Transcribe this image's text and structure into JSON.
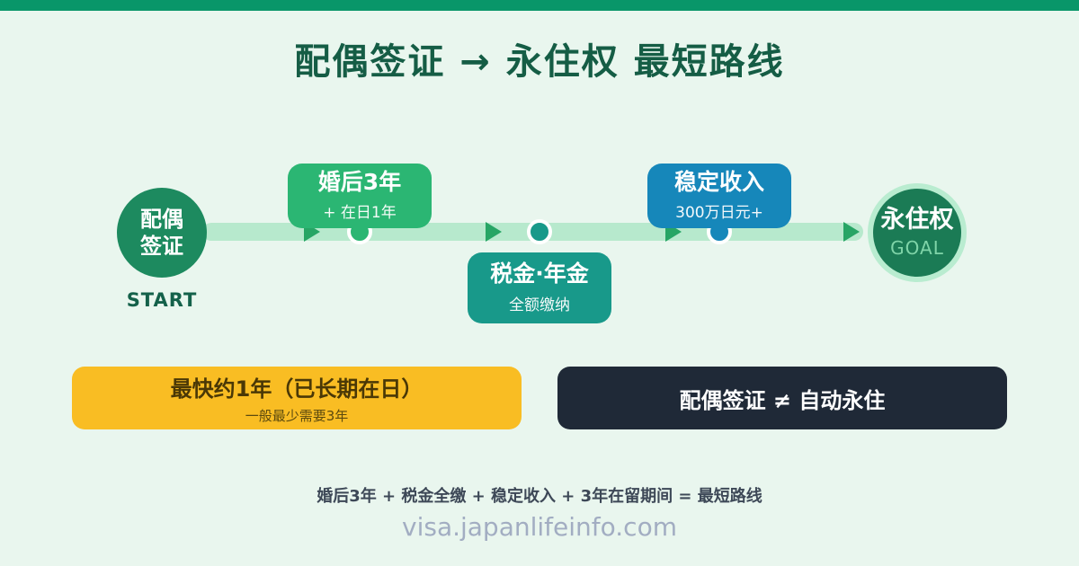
{
  "page": {
    "title": "配偶签证 → 永住权 最短路线",
    "summary": "婚后3年 + 税金全缴 + 稳定收入 + 3年在留期间 = 最短路线",
    "site": "visa.japanlifeinfo.com"
  },
  "timeline": {
    "start": {
      "label_line1": "配偶",
      "label_line2": "签证",
      "caption": "START"
    },
    "milestones": [
      {
        "title": "婚后3年",
        "subtitle": "+ 在日1年",
        "color": "#2bb673",
        "position": "above"
      },
      {
        "title": "税金·年金",
        "subtitle": "全额缴纳",
        "color": "#18998a",
        "position": "below"
      },
      {
        "title": "稳定收入",
        "subtitle": "300万日元+",
        "color": "#1687ba",
        "position": "above"
      }
    ],
    "goal": {
      "label": "永住权",
      "caption": "GOAL"
    }
  },
  "callouts": {
    "fastest": {
      "title": "最快约1年（已长期在日）",
      "subtitle": "一般最少需要3年",
      "bg": "#f9bd23"
    },
    "warning": {
      "title": "配偶签证 ≠ 自动永住",
      "bg": "#1f2937"
    }
  },
  "colors": {
    "topbar": "#099669",
    "background": "#e9f6ee",
    "title_text": "#155d45",
    "track": "#b7e9cd",
    "start_circle": "#1d8a5f",
    "goal_circle": "#1b7b55",
    "goal_halo": "#b9ecd0",
    "arrow": "#27a565",
    "summary_text": "#3d4857",
    "site_text": "#a2adc2"
  }
}
